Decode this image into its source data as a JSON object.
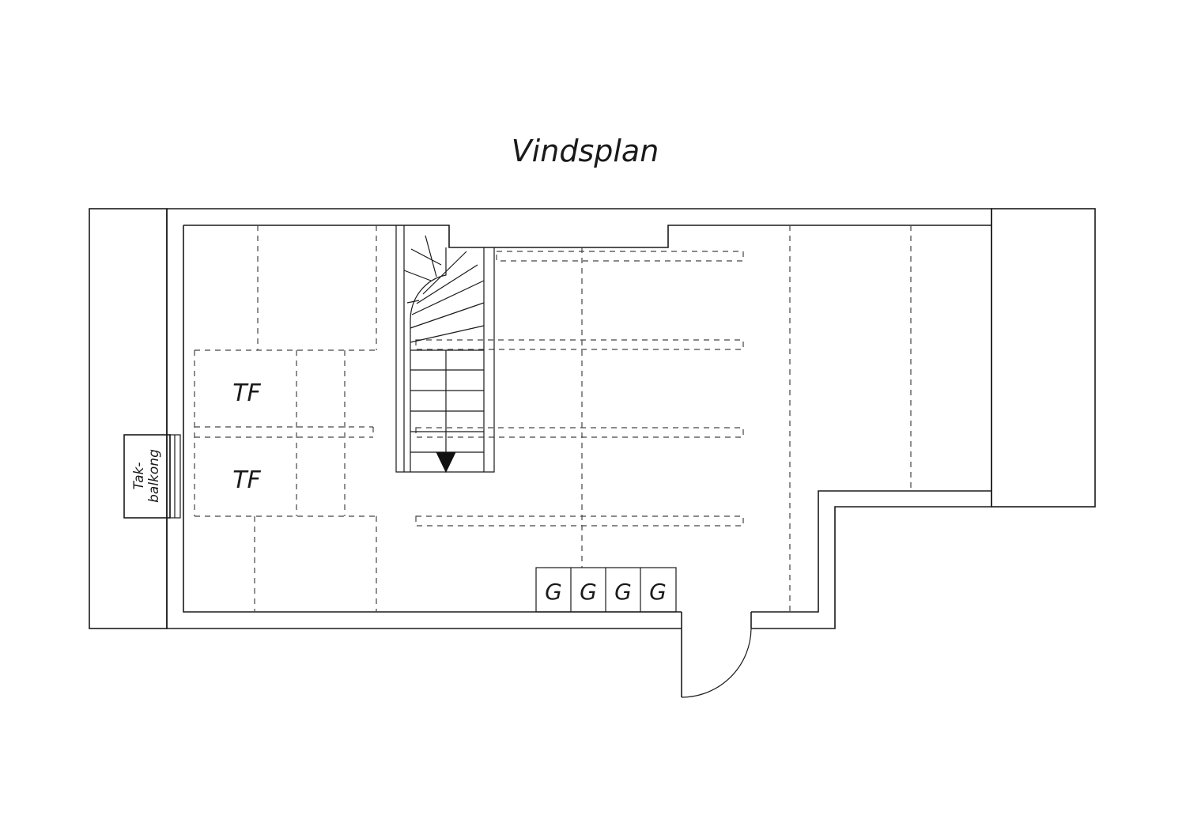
{
  "title": "Vindsplan",
  "labels": {
    "tf_1": "TF",
    "tf_2": "TF",
    "g_1": "G",
    "g_2": "G",
    "g_3": "G",
    "g_4": "G",
    "balcony_line1": "Tak-",
    "balcony_line2": "balkong"
  }
}
